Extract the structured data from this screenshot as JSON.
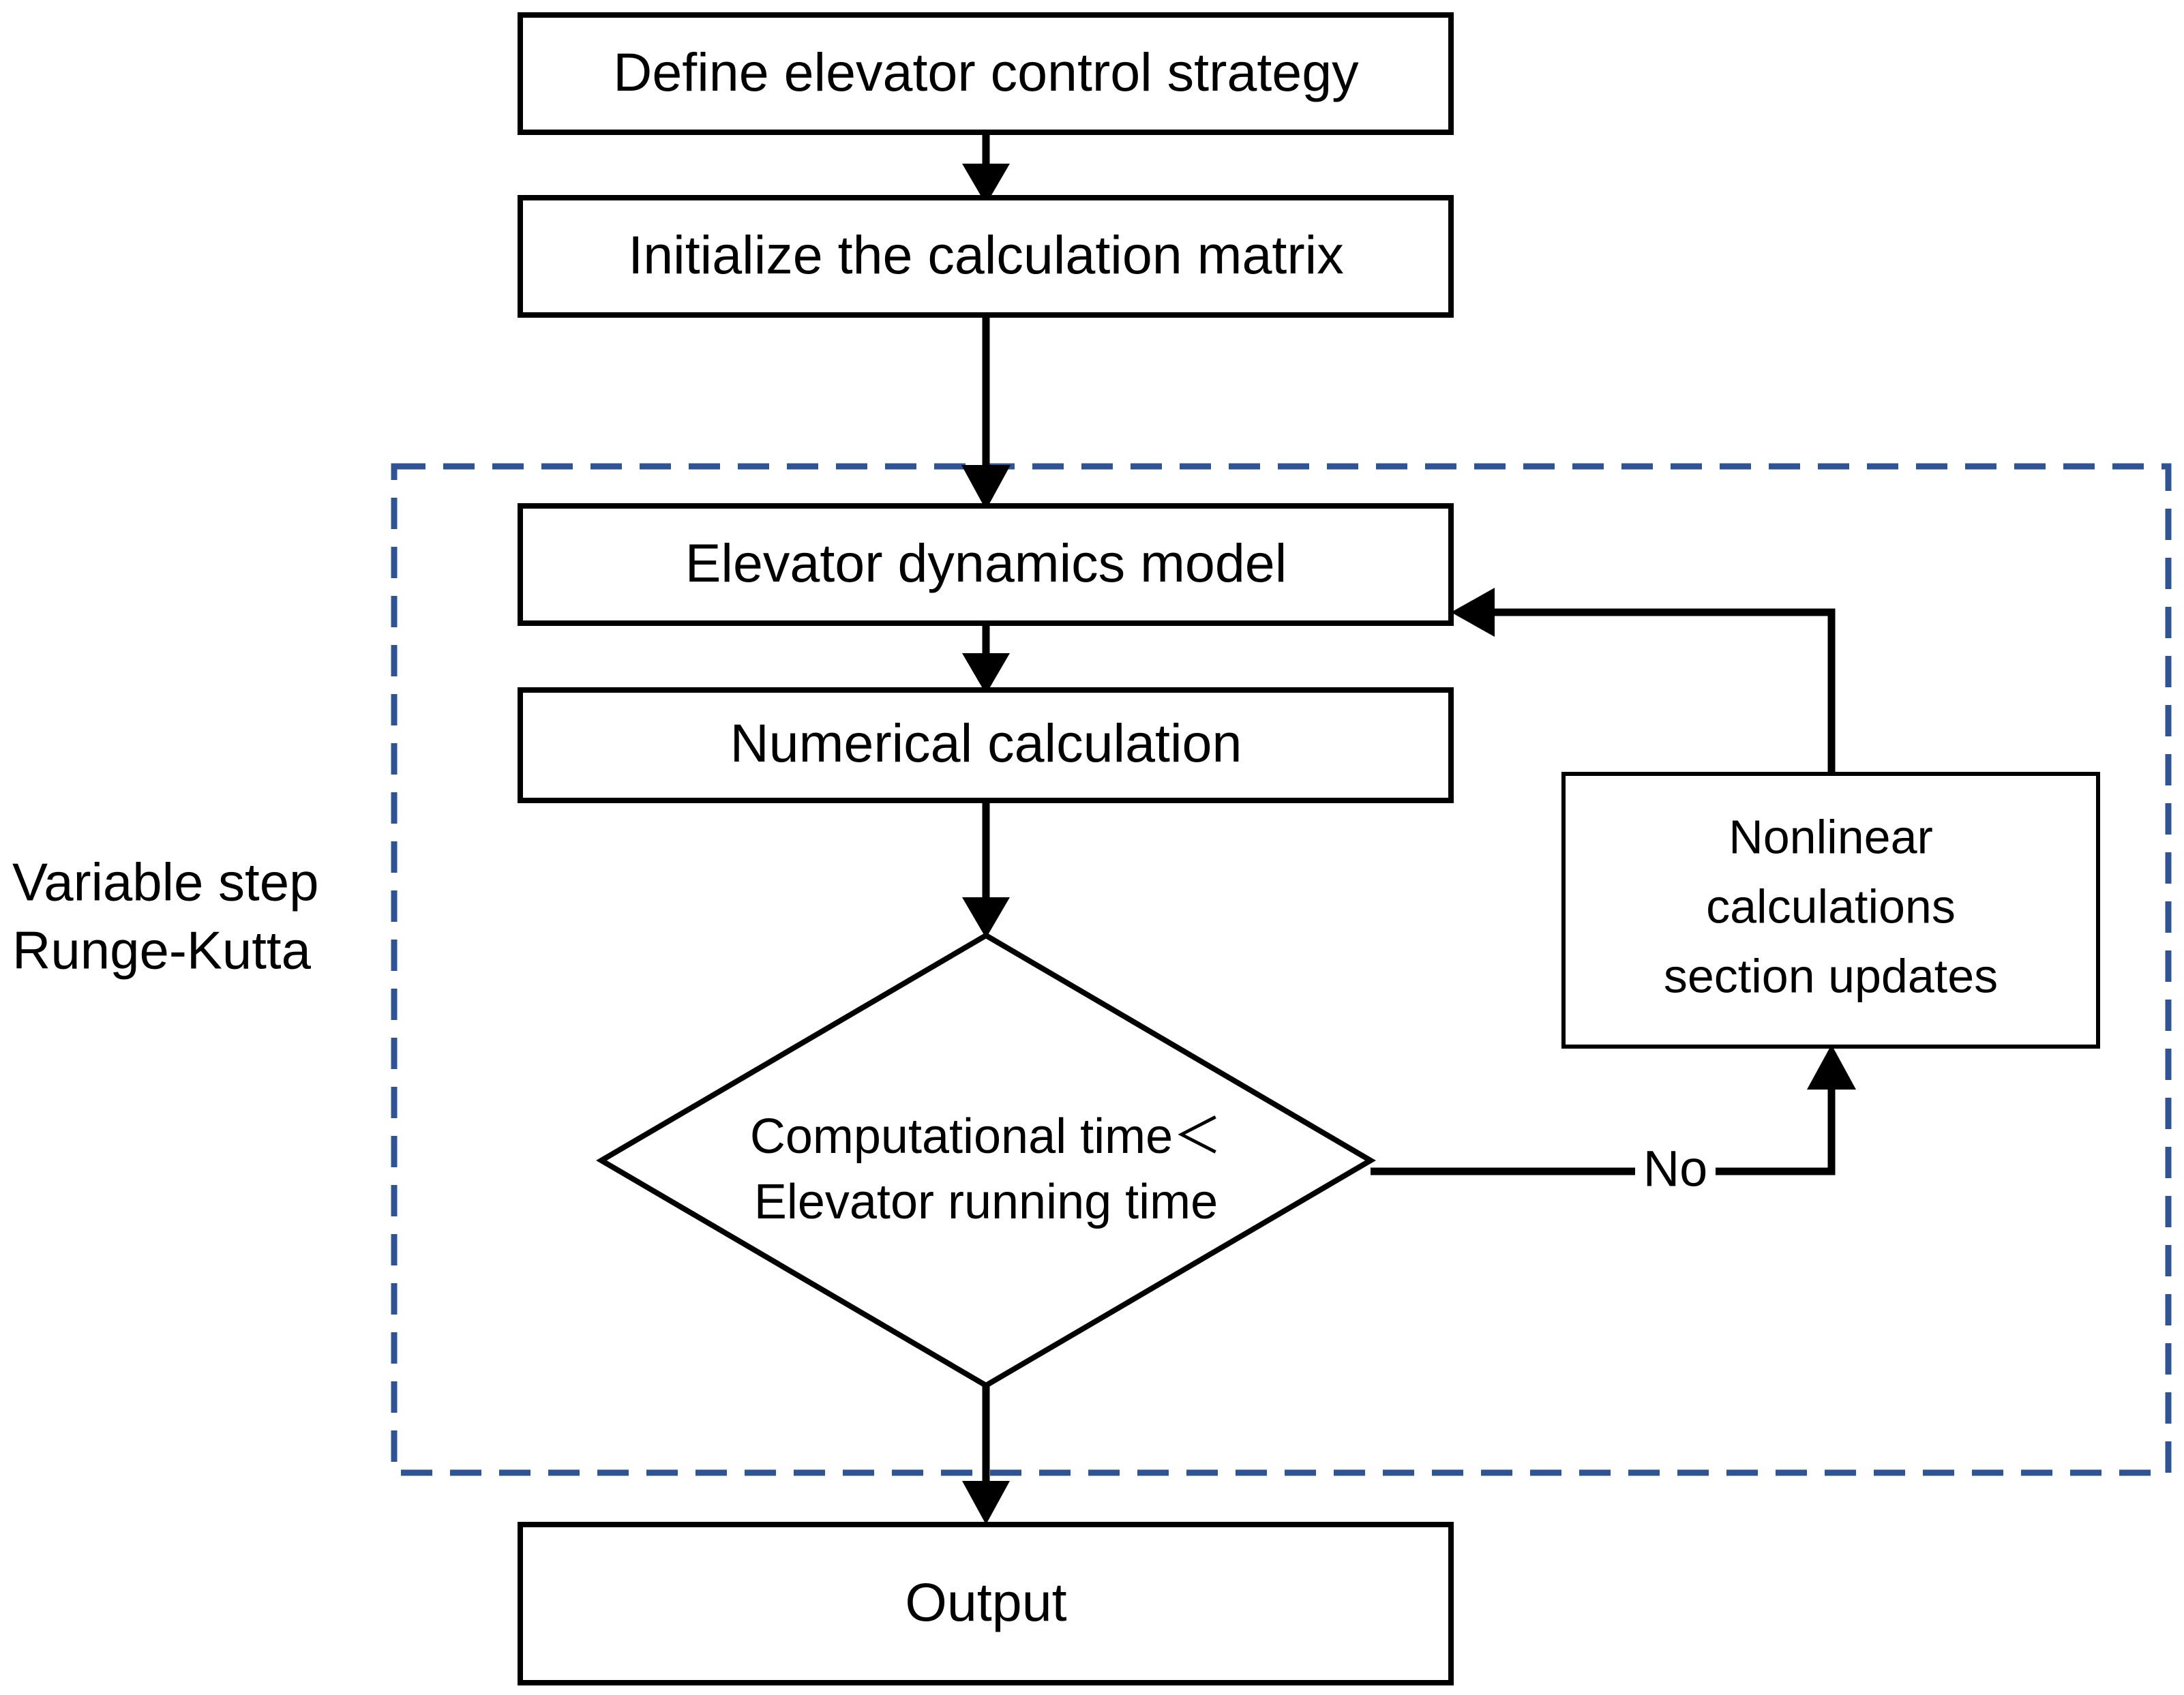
{
  "diagram": {
    "title": "Elevator simulation flowchart",
    "background_color": "#FFFFFF",
    "line_color": "#000000",
    "group_border_color": "#2F5496"
  },
  "nodes": {
    "define_strategy": {
      "label": "Define elevator control strategy",
      "shape": "rectangle"
    },
    "init_matrix": {
      "label": "Initialize the calculation matrix",
      "shape": "rectangle"
    },
    "dynamics_model": {
      "label": "Elevator dynamics model",
      "shape": "rectangle"
    },
    "numerical_calc": {
      "label": "Numerical calculation",
      "shape": "rectangle"
    },
    "decision": {
      "shape": "diamond",
      "line1": "Computational time＜",
      "line2": "Elevator running time"
    },
    "nonlinear_update": {
      "shape": "rectangle",
      "line1": "Nonlinear",
      "line2": "calculations",
      "line3": "section updates"
    },
    "output": {
      "label": "Output",
      "shape": "rectangle"
    }
  },
  "edges": {
    "no_branch_label": "No"
  },
  "group": {
    "label_line1": "Variable step",
    "label_line2": "Runge-Kutta",
    "style": "dashed"
  }
}
